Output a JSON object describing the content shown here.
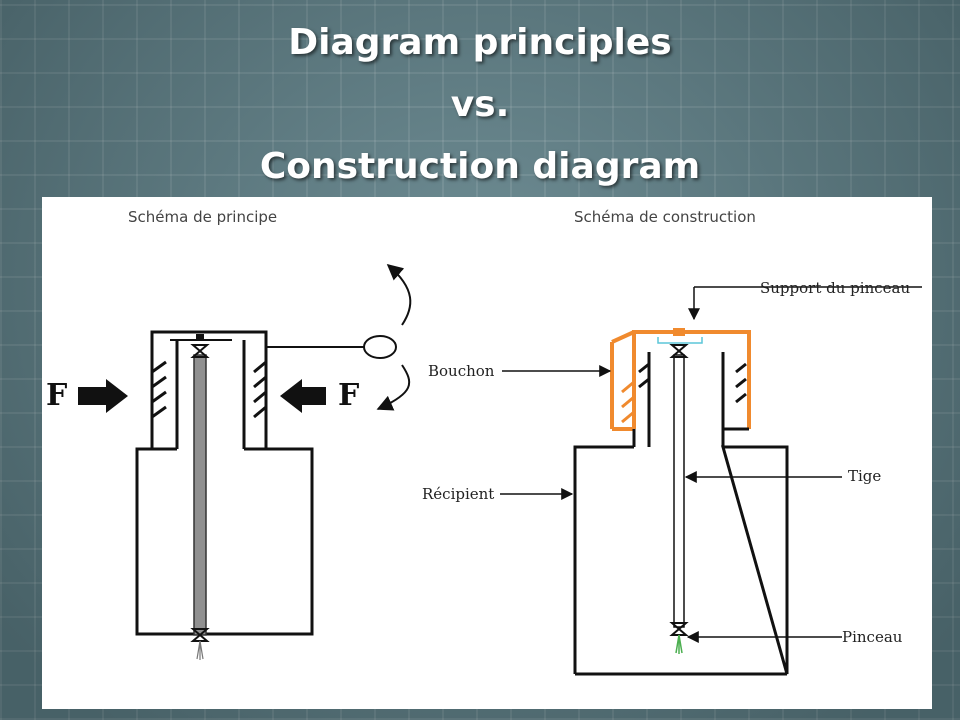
{
  "title": {
    "line1": "Diagram principles",
    "line2": "vs.",
    "line3": "Construction diagram"
  },
  "left_diagram": {
    "caption": "Schéma de principe",
    "force_left": "F",
    "force_right": "F"
  },
  "right_diagram": {
    "caption": "Schéma de construction",
    "labels": {
      "support": "Support du pinceau",
      "bouchon": "Bouchon",
      "tige": "Tige",
      "recipient": "Récipient",
      "pinceau": "Pinceau"
    }
  },
  "colors": {
    "cap_orange": "#f08a2e",
    "support_cyan": "#5cc6d8",
    "brush_green": "#4caf50",
    "rod_gray": "#909090"
  }
}
